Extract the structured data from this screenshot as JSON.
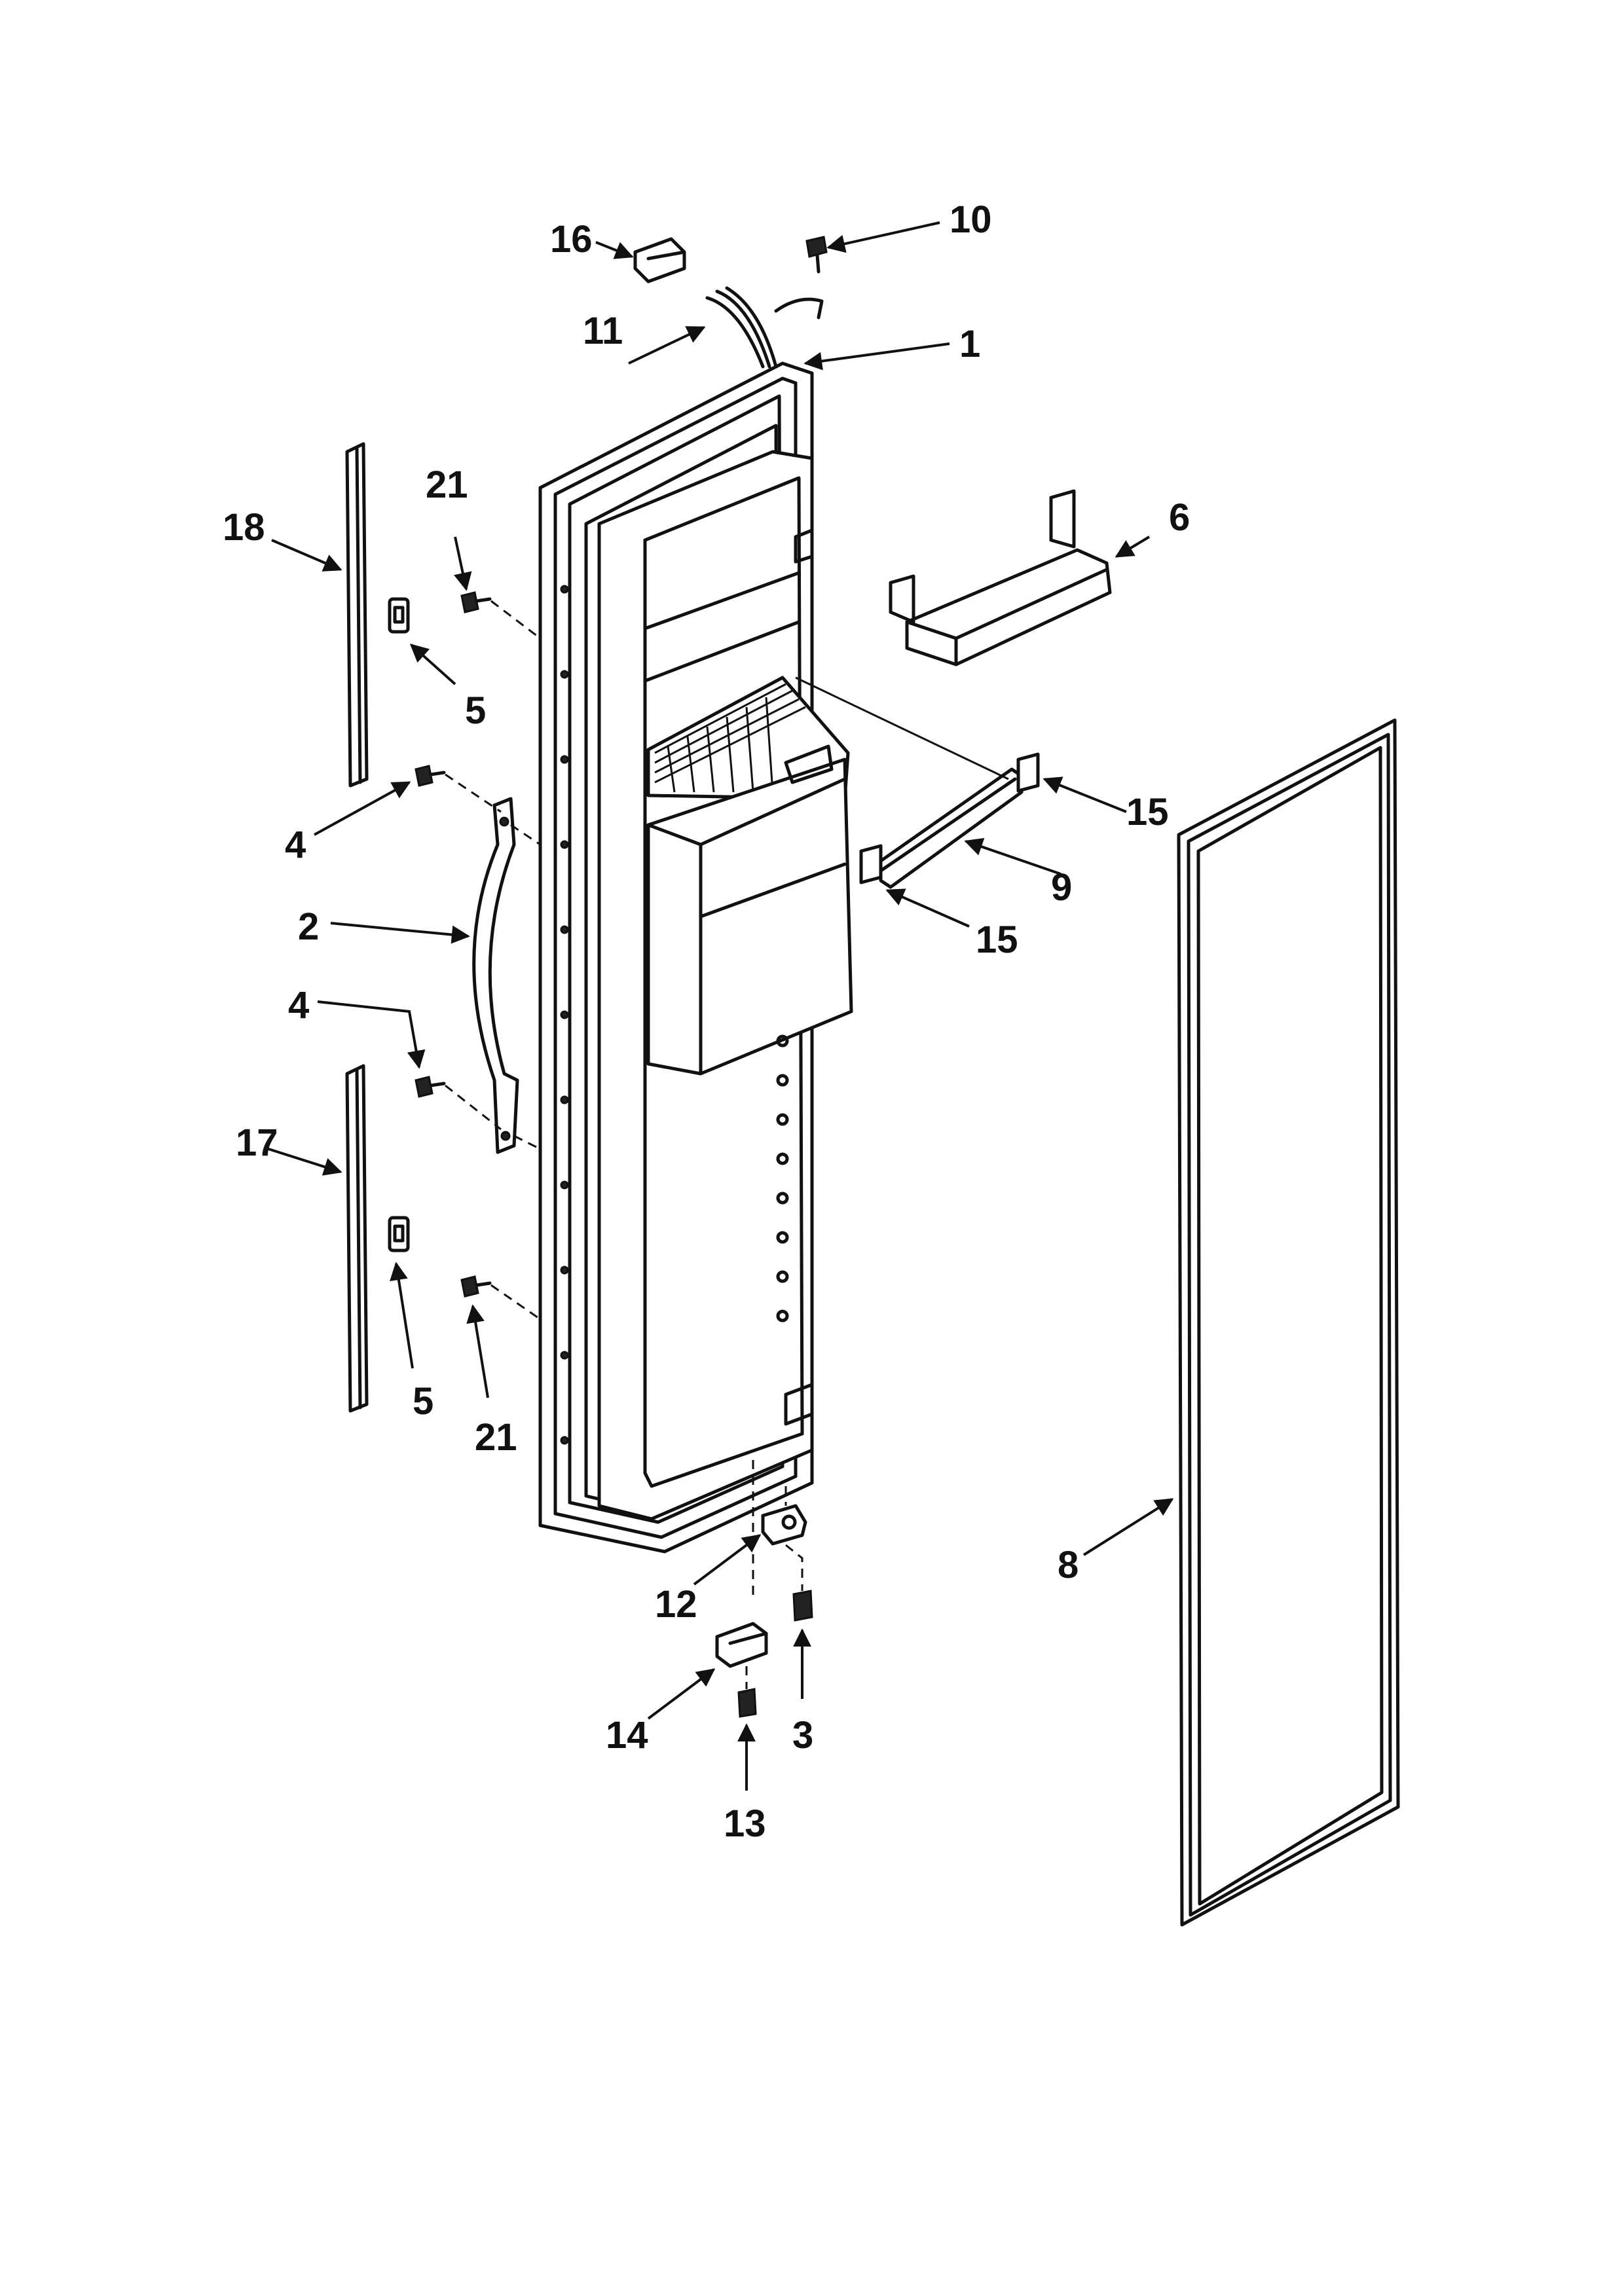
{
  "callouts": {
    "c1": "1",
    "c2": "2",
    "c3": "3",
    "c4a": "4",
    "c4b": "4",
    "c5a": "5",
    "c5b": "5",
    "c6": "6",
    "c8": "8",
    "c9": "9",
    "c10": "10",
    "c11": "11",
    "c12": "12",
    "c13": "13",
    "c14": "14",
    "c15a": "15",
    "c15b": "15",
    "c16": "16",
    "c17": "17",
    "c18": "18",
    "c21a": "21",
    "c21b": "21"
  },
  "colors": {
    "ink": "#111111",
    "paper": "#ffffff"
  }
}
